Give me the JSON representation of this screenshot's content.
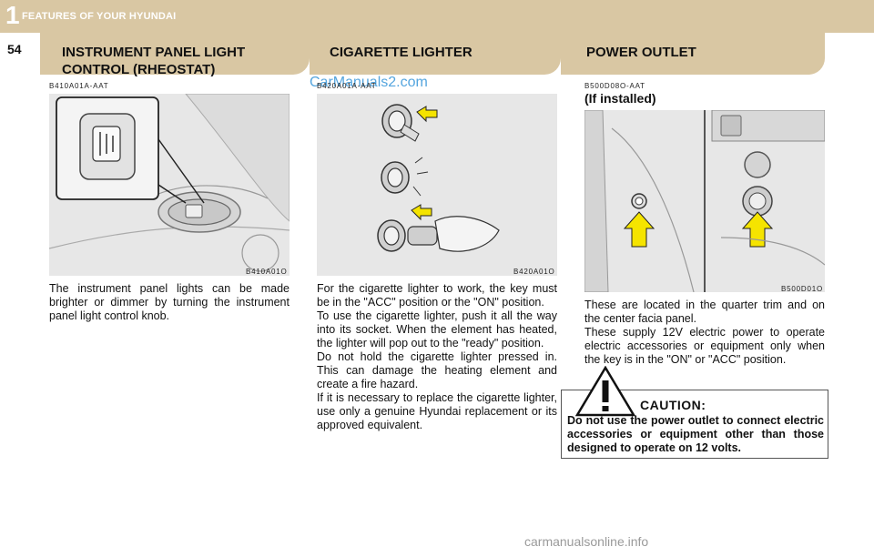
{
  "header": {
    "chapter_number": "1",
    "chapter_title": "FEATURES OF YOUR HYUNDAI",
    "page_number": "54"
  },
  "watermark": "CarManuals2.com",
  "footer_watermark": "carmanualsonline.info",
  "columns": [
    {
      "title_line1": "INSTRUMENT PANEL LIGHT",
      "title_line2": "CONTROL (RHEOSTAT)",
      "code": "B410A01A-AAT",
      "figure_code": "B410A01O",
      "text": "The instrument panel lights can be made brighter or dimmer by turning the instrument panel light control knob."
    },
    {
      "title_line1": "CIGARETTE LIGHTER",
      "code": "B420A01A-AAT",
      "figure_code": "B420A01O",
      "paragraphs": [
        "For the cigarette lighter to work, the key must be in the \"ACC\" position or the \"ON\" position.",
        "To use the cigarette lighter, push it all the way into its socket. When the element has heated, the lighter will pop out to the \"ready\" position.",
        "Do not hold the cigarette lighter pressed in. This can damage the heating element and create a fire hazard.",
        "If it is necessary to replace the cigarette lighter, use only a genuine Hyundai replacement or its approved equivalent."
      ]
    },
    {
      "title_line1": "POWER OUTLET",
      "code": "B500D08O-AAT",
      "subhead": "(If installed)",
      "figure_code": "B500D01O",
      "paragraphs": [
        "These are located in the quarter trim and on the center facia panel.",
        "These supply 12V electric power to operate electric accessories or equipment only when the key is in the \"ON\" or \"ACC\" position."
      ]
    }
  ],
  "caution": {
    "title": "CAUTION:",
    "text": "Do not use the power outlet to connect electric accessories or equipment other than those designed to operate on 12 volts."
  },
  "colors": {
    "band": "#d9c7a3",
    "arrow_yellow": "#f5e400",
    "figure_bg": "#e7e7e7",
    "watermark_blue": "#2a8fd6"
  }
}
